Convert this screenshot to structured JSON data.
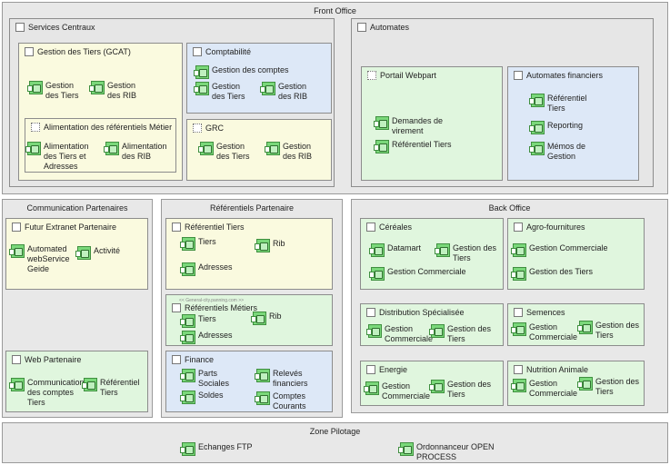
{
  "front_office": {
    "title": "Front Office",
    "services_centraux": {
      "title": "Services Centraux",
      "gcat": {
        "title": "Gestion des Tiers (GCAT)",
        "components": [
          "Gestion\ndes Tiers",
          "Gestion\ndes RIB"
        ],
        "alimentation": {
          "title": "Alimentation des référentiels Métier",
          "components": [
            "Alimentation\ndes Tiers et\nAdresses",
            "Alimentation\ndes RIB"
          ]
        }
      },
      "comptabilite": {
        "title": "Comptabilité",
        "components": [
          "Gestion des comptes",
          "Gestion\ndes Tiers",
          "Gestion\ndes RIB"
        ]
      },
      "grc": {
        "title": "GRC",
        "components": [
          "Gestion\ndes Tiers",
          "Gestion\ndes RIB"
        ]
      }
    },
    "automates": {
      "title": "Automates",
      "portail": {
        "title": "Portail Webpart",
        "components": [
          "Demandes de\nvirement",
          "Référentiel Tiers"
        ]
      },
      "financiers": {
        "title": "Automates financiers",
        "components": [
          "Référentiel\nTiers",
          "Reporting",
          "Mémos de\nGestion"
        ]
      }
    }
  },
  "communication": {
    "title": "Communication Partenaires",
    "extranet": {
      "title": "Futur Extranet Partenaire",
      "components": [
        "Automated\nwebService\nGeide",
        "Activité"
      ]
    },
    "web": {
      "title": "Web Partenaire",
      "components": [
        "Communication\ndes comptes\nTiers",
        "Référentiel\nTiers"
      ]
    }
  },
  "referentiels": {
    "title": "Référentiels Partenaire",
    "tiers": {
      "title": "Référentiel Tiers",
      "components": [
        "Tiers",
        "Rib",
        "Adresses"
      ]
    },
    "metiers": {
      "stereotype": "<< General-city.panning.com >>",
      "title": "Référentiels Métiers",
      "components": [
        "Tiers",
        "Rib",
        "Adresses"
      ]
    },
    "finance": {
      "title": "Finance",
      "components": [
        "Parts\nSociales",
        "Relevés\nfinanciers",
        "Soldes",
        "Comptes\nCourants"
      ]
    }
  },
  "back_office": {
    "title": "Back Office",
    "cereales": {
      "title": "Céréales",
      "components": [
        "Datamart",
        "Gestion des\nTiers",
        "Gestion Commerciale"
      ]
    },
    "agro": {
      "title": "Agro-fournitures",
      "components": [
        "Gestion Commerciale",
        "Gestion des Tiers"
      ]
    },
    "distribution": {
      "title": "Distribution Spécialisée",
      "components": [
        "Gestion\nCommerciale",
        "Gestion des\nTiers"
      ]
    },
    "semences": {
      "title": "Semences",
      "components": [
        "Gestion\nCommerciale",
        "Gestion des\nTiers"
      ]
    },
    "energie": {
      "title": "Energie",
      "components": [
        "Gestion\nCommerciale",
        "Gestion des\nTiers"
      ]
    },
    "nutrition": {
      "title": "Nutrition Animale",
      "components": [
        "Gestion\nCommerciale",
        "Gestion des\nTiers"
      ]
    }
  },
  "zone_pilotage": {
    "title": "Zone Pilotage",
    "components": [
      "Echanges FTP",
      "Ordonnanceur OPEN\nPROCESS"
    ]
  }
}
